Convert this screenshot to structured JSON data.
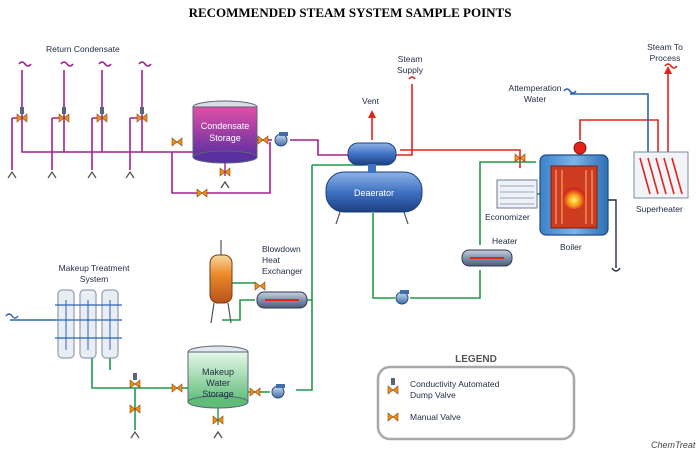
{
  "title": "RECOMMENDED STEAM SYSTEM SAMPLE POINTS",
  "labels": {
    "return_condensate": "Return Condensate",
    "steam_supply_1": "Steam",
    "steam_supply_2": "Supply",
    "vent": "Vent",
    "steam_to_process_1": "Steam To",
    "steam_to_process_2": "Process",
    "attemperation_1": "Attemperation",
    "attemperation_2": "Water",
    "condensate_storage_1": "Condensate",
    "condensate_storage_2": "Storage",
    "deaerator": "Deaerator",
    "economizer": "Economizer",
    "heater": "Heater",
    "boiler": "Boiler",
    "superheater": "Superheater",
    "blowdown_1": "Blowdown",
    "blowdown_2": "Heat",
    "blowdown_3": "Exchanger",
    "makeup_treatment_1": "Makeup Treatment",
    "makeup_treatment_2": "System",
    "makeup_water_1": "Makeup",
    "makeup_water_2": "Water",
    "makeup_water_3": "Storage"
  },
  "legend": {
    "title": "LEGEND",
    "item1_line1": "Conductivity Automated",
    "item1_line2": "Dump Valve",
    "item2": "Manual Valve"
  },
  "brand": "ChemTreat",
  "colors": {
    "condensate": "#a3208c",
    "steam": "#e2231a",
    "feedwater": "#1f9a48",
    "attemperation": "#2a64b0",
    "makeup_in": "#2a64b0",
    "valve": "#f28c1b"
  }
}
